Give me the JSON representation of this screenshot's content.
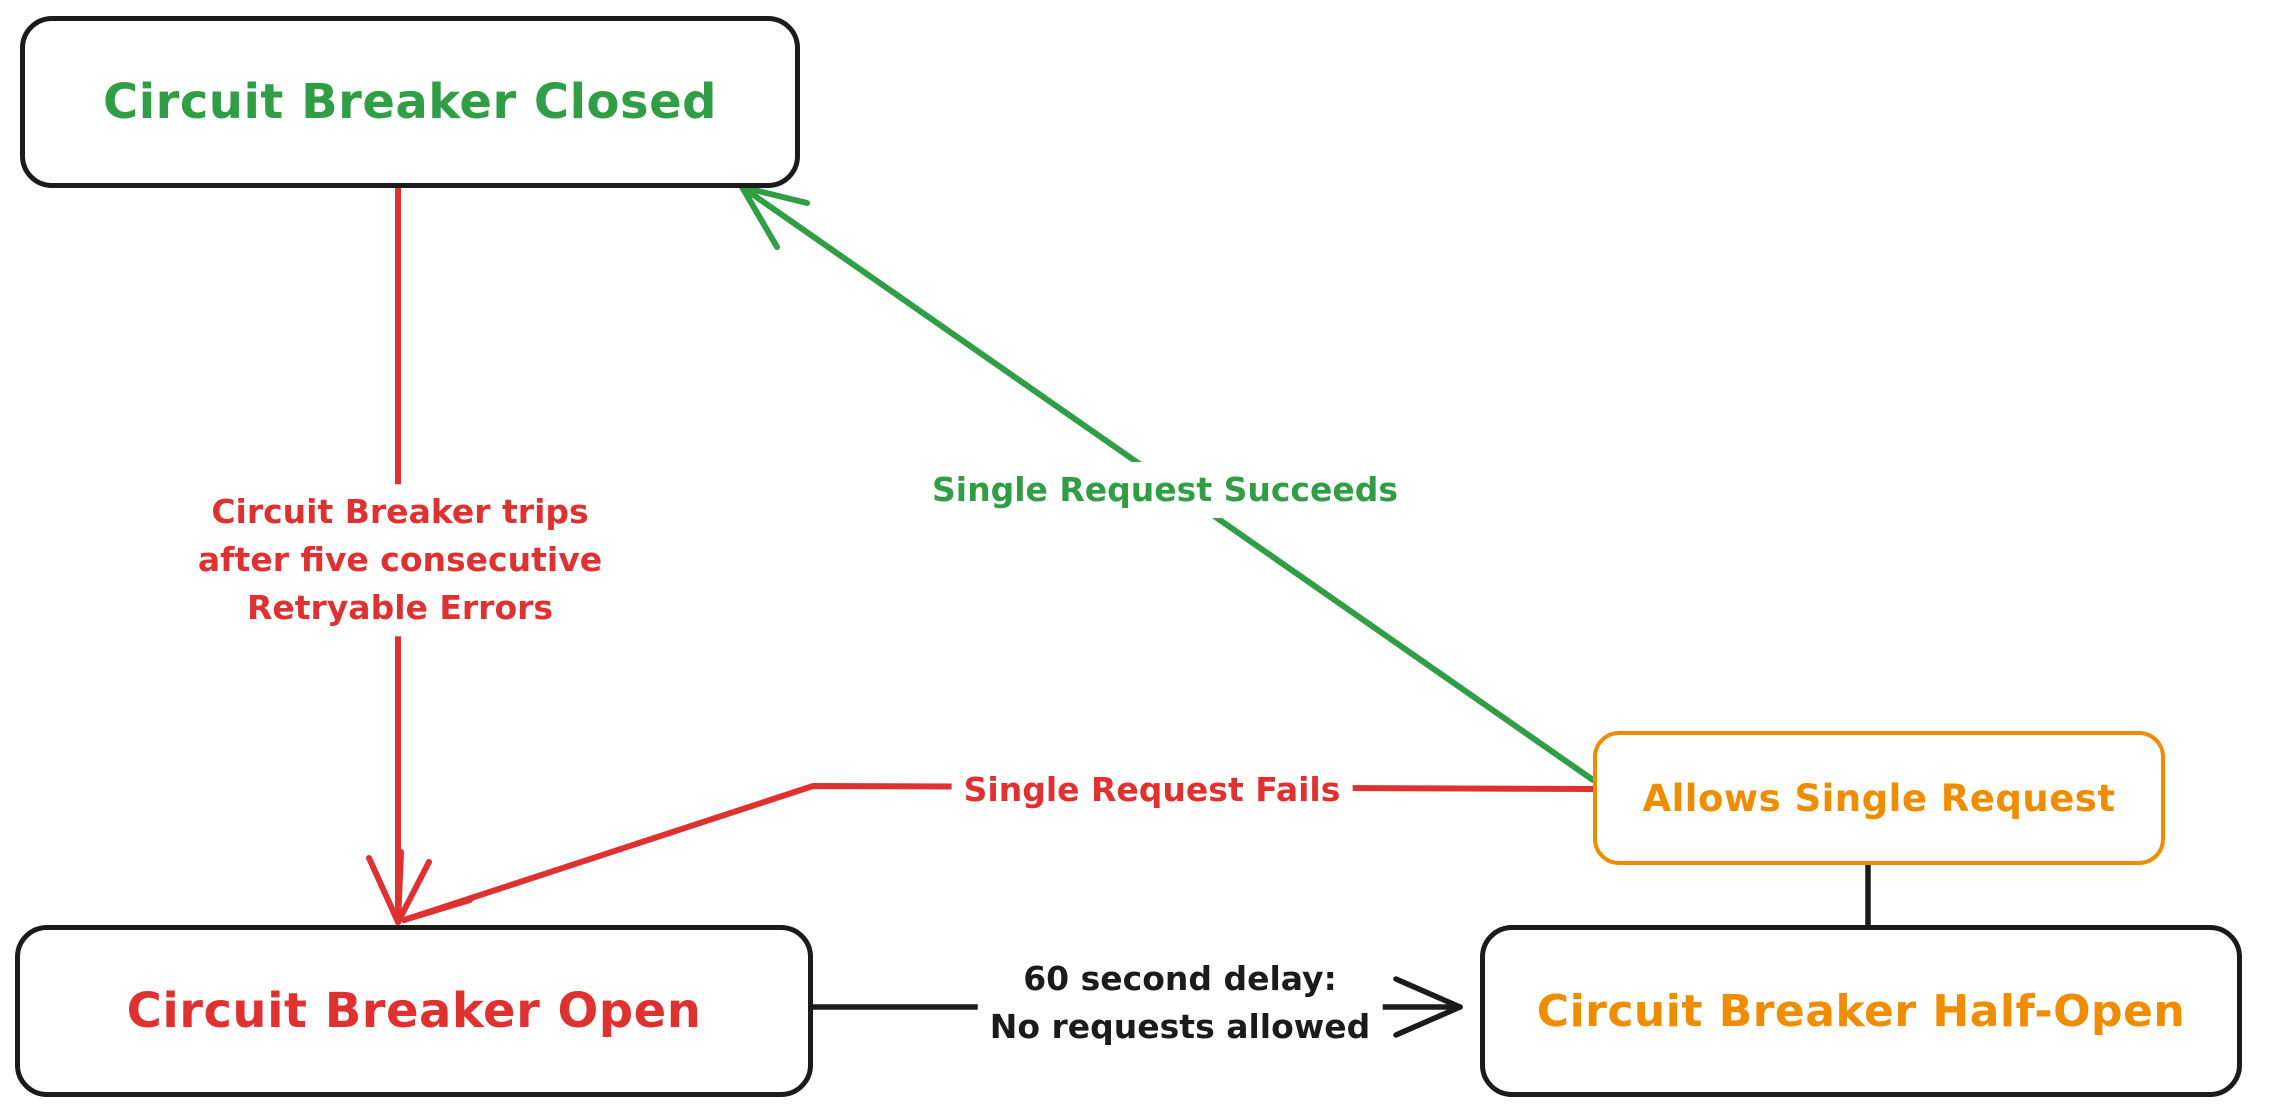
{
  "colors": {
    "green": "#2f9e44",
    "red": "#e03131",
    "orange": "#f08c00",
    "ink": "#1b1b1b"
  },
  "nodes": {
    "closed": {
      "label": "Circuit Breaker Closed"
    },
    "open": {
      "label": "Circuit Breaker Open"
    },
    "half_open": {
      "label": "Circuit Breaker Half-Open"
    },
    "allows": {
      "label": "Allows Single Request"
    }
  },
  "edges": {
    "trip": {
      "line1": "Circuit Breaker trips",
      "line2": "after five consecutive",
      "line3": "Retryable Errors"
    },
    "succeeds": {
      "label": "Single Request Succeeds"
    },
    "fails": {
      "label": "Single Request Fails"
    },
    "delay": {
      "line1": "60 second delay:",
      "line2": "No requests allowed"
    }
  }
}
